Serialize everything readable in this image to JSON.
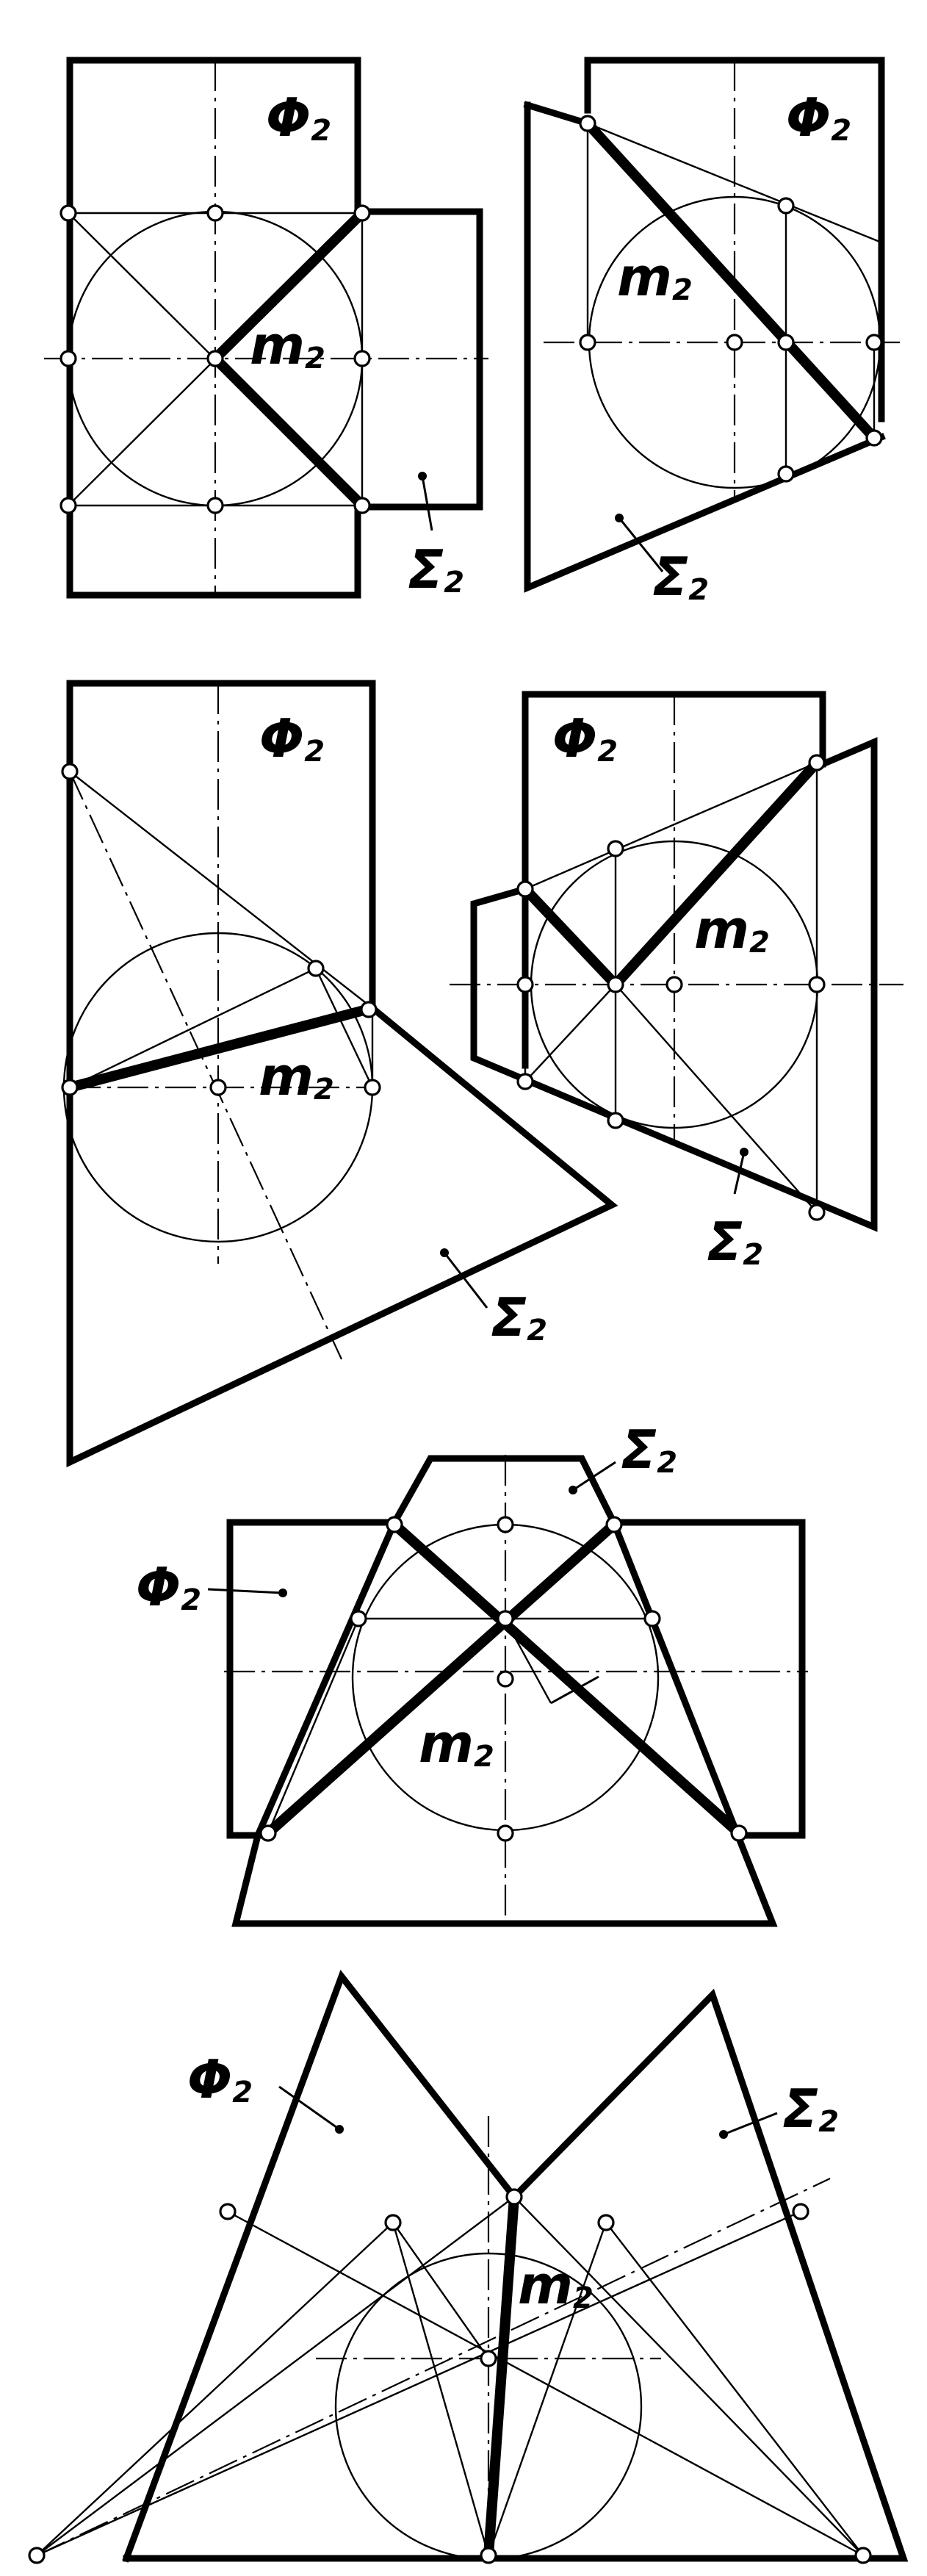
{
  "labels": {
    "phi": "Φ",
    "sigma": "Σ",
    "m": "m",
    "subscript": "2"
  }
}
